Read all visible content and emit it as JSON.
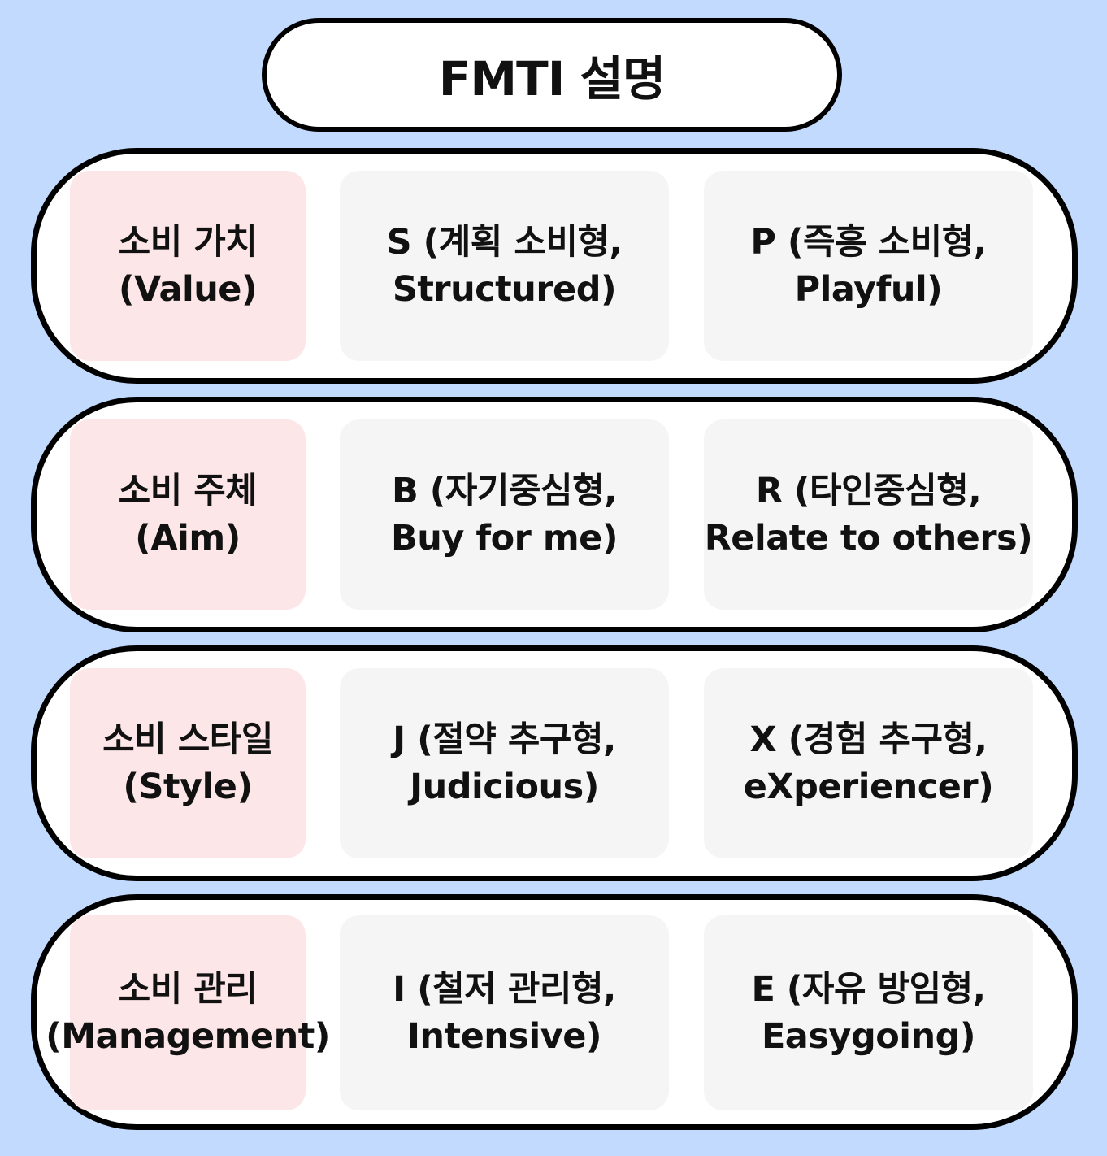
{
  "title": "FMTI 설명",
  "rows": [
    {
      "category": {
        "line1": "소비 가치",
        "line2": "(Value)"
      },
      "option_a": {
        "line1": "S (계획 소비형,",
        "line2": "Structured)"
      },
      "option_b": {
        "line1": "P (즉흥 소비형,",
        "line2": "Playful)"
      }
    },
    {
      "category": {
        "line1": "소비 주체",
        "line2": "(Aim)"
      },
      "option_a": {
        "line1": "B (자기중심형,",
        "line2": "Buy for me)"
      },
      "option_b": {
        "line1": "R (타인중심형,",
        "line2": "Relate to others)"
      }
    },
    {
      "category": {
        "line1": "소비 스타일",
        "line2": "(Style)"
      },
      "option_a": {
        "line1": "J (절약 추구형,",
        "line2": "Judicious)"
      },
      "option_b": {
        "line1": "X (경험 추구형,",
        "line2": "eXperiencer)"
      }
    },
    {
      "category": {
        "line1": "소비 관리",
        "line2": "(Management)"
      },
      "option_a": {
        "line1": "I (철저 관리형,",
        "line2": "Intensive)"
      },
      "option_b": {
        "line1": "E (자유 방임형,",
        "line2": "Easygoing)"
      }
    }
  ]
}
